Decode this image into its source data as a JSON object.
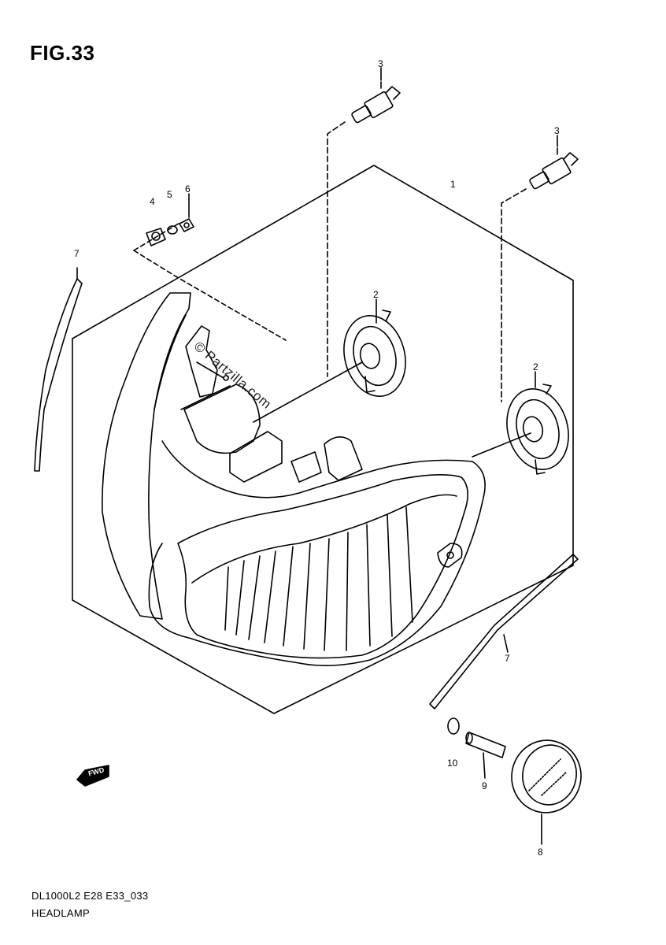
{
  "figure": {
    "title": "FIG.33"
  },
  "callouts": {
    "c1": "1",
    "c2a": "2",
    "c2b": "2",
    "c3a": "3",
    "c3b": "3",
    "c4": "4",
    "c5": "5",
    "c6": "6",
    "c7a": "7",
    "c7b": "7",
    "c8": "8",
    "c9": "9",
    "c10": "10"
  },
  "watermark": "© Partzilla.com",
  "forward_badge": "FWD",
  "footer": {
    "model_code": "DL1000L2 E28 E33_033",
    "section": "HEADLAMP"
  }
}
